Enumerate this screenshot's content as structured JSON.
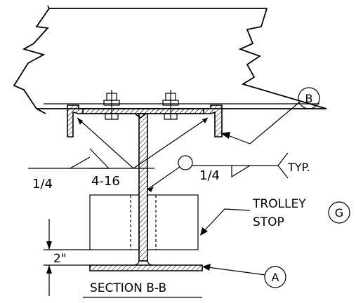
{
  "drawing": {
    "section_title": "SECTION B-B",
    "weld_left": {
      "size": "1/4",
      "length_pitch": "4-16"
    },
    "weld_right": {
      "size": "1/4",
      "note": "TYP."
    },
    "trolley_stop": {
      "line1": "TROLLEY",
      "line2": "STOP"
    },
    "dimension": "2\"",
    "callouts": {
      "a": "A",
      "b": "B",
      "g": "G"
    }
  }
}
